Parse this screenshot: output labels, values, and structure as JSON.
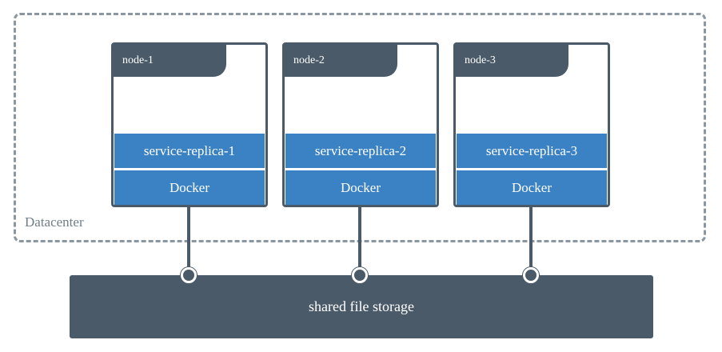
{
  "datacenter": {
    "label": "Datacenter"
  },
  "nodes": [
    {
      "label": "node-1",
      "service": "service-replica-1",
      "runtime": "Docker"
    },
    {
      "label": "node-2",
      "service": "service-replica-2",
      "runtime": "Docker"
    },
    {
      "label": "node-3",
      "service": "service-replica-3",
      "runtime": "Docker"
    }
  ],
  "storage": {
    "label": "shared file storage"
  },
  "colors": {
    "dark": "#4a5a69",
    "blue": "#3b82c4",
    "dashed_border": "#8a96a0",
    "label_gray": "#6f7d88"
  }
}
